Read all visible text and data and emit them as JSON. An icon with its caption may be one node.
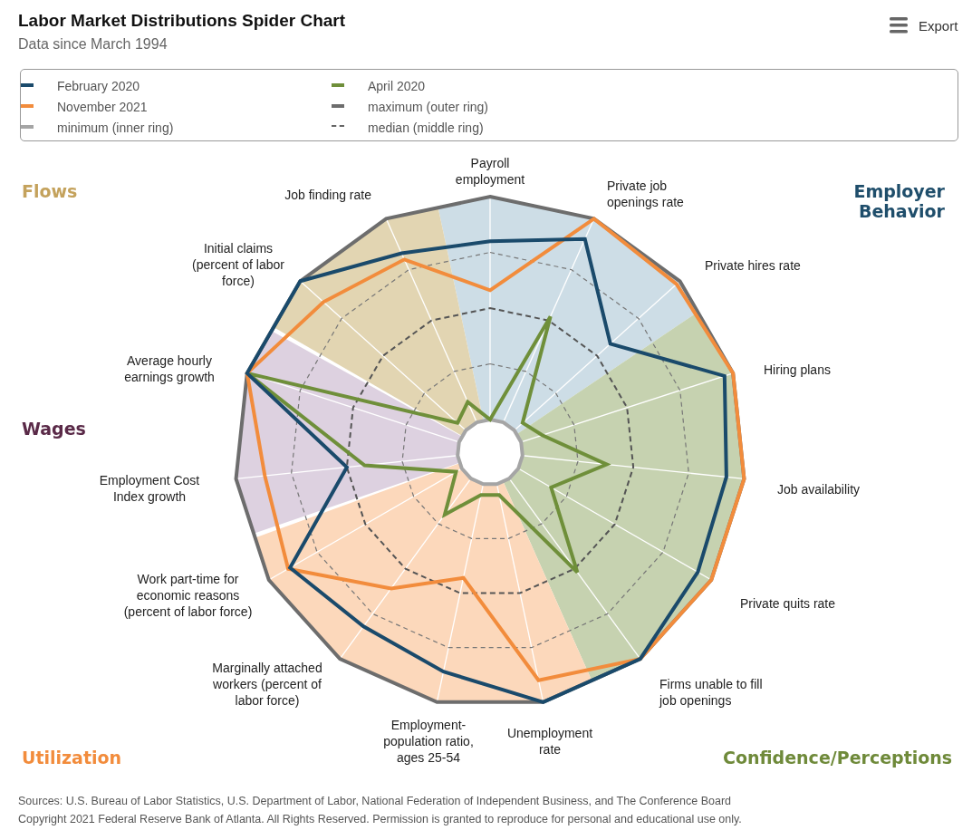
{
  "diagram": {
    "title": "Labor Market Distributions Spider Chart",
    "labels": [
      "Data since March 1994",
      "Export",
      "Payroll employment",
      "Flows",
      "Job finding rate",
      "Private job openings rate",
      "Employer Behavior",
      "Initial claims (percent of labor force)",
      "Private hires rate",
      "Average hourly earnings growth",
      "Hiring plans",
      "Wages",
      "Employment Cost Index growth",
      "Job availability",
      "Work part-time for economic reasons (percent of labor force)",
      "Private quits rate",
      "Marginally attached workers (percent of labor force)",
      "Firms unable to fill job openings",
      "Employment-population ratio, ages 25-54",
      "Unemployment rate",
      "Utilization",
      "Confidence/Perceptions",
      "Sources: U.S. Bureau of Labor Statistics, U.S. Department of Labor, National Federation of Independent Business, and The Conference Board",
      "Copyright 2021 Federal Reserve Bank of Atlanta. All Rights Reserved. Permission is granted to reproduce for personal and educational use only."
    ],
    "legend": [
      {
        "text": "February 2020"
      },
      {
        "text": "April 2020"
      },
      {
        "text": "November 2021"
      },
      {
        "text": "maximum (outer ring)"
      },
      {
        "text": "minimum (inner ring)"
      },
      {
        "text": "median (middle ring)"
      }
    ]
  }
}
